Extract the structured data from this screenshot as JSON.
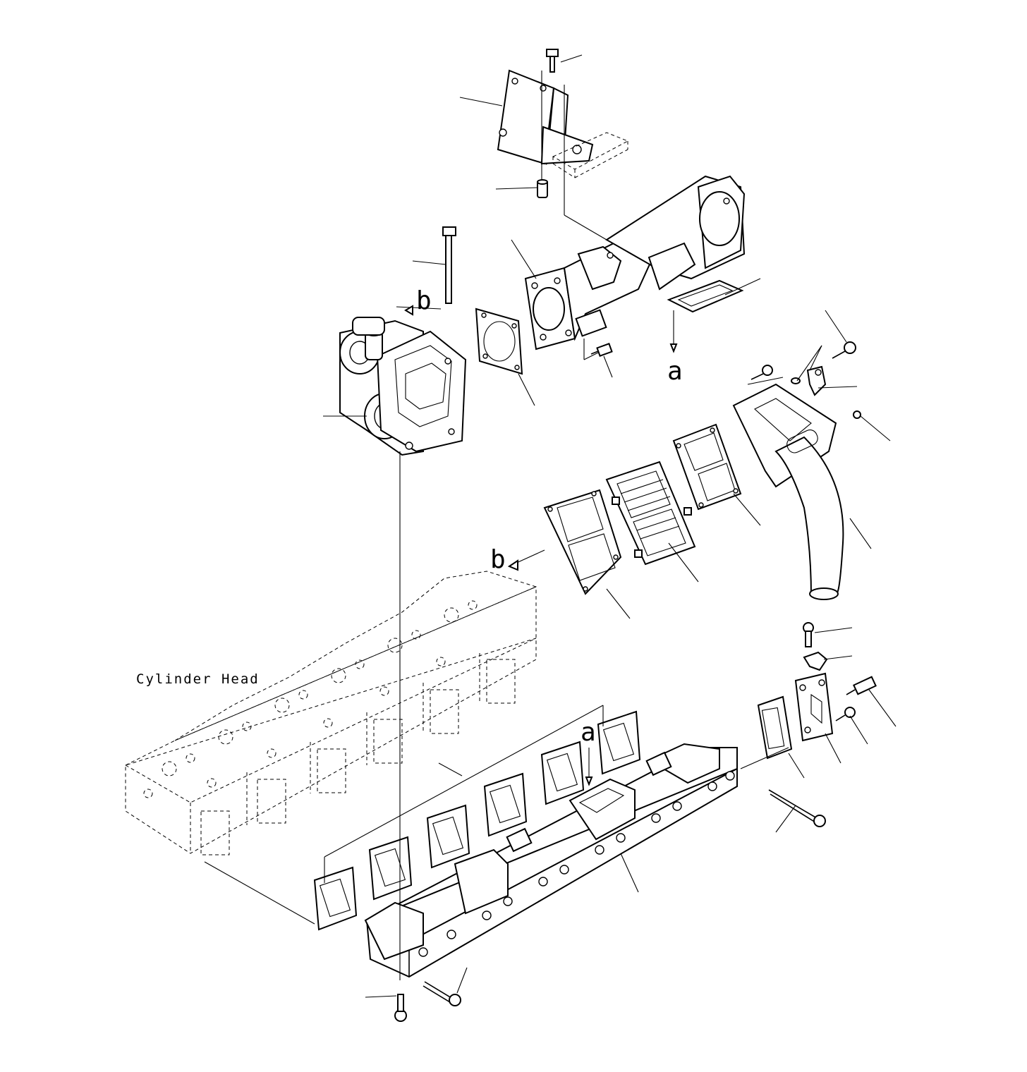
{
  "labels": {
    "cylinder_head": "Cylinder Head",
    "ref_a_upper": "a",
    "ref_a_lower": "a",
    "ref_b_upper": "b",
    "ref_b_lower": "b"
  }
}
